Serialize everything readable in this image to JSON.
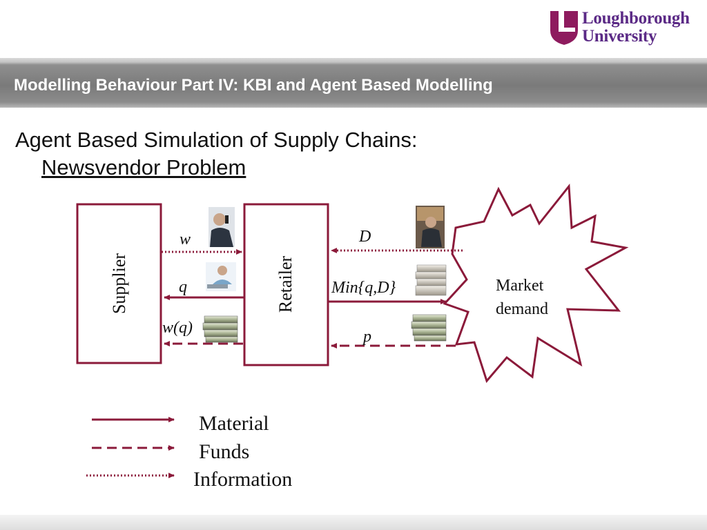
{
  "logo": {
    "line1": "Loughborough",
    "line2": "University",
    "shield_color": "#9b1a5a"
  },
  "header": {
    "title": "Modelling Behaviour Part IV: KBI and Agent Based Modelling"
  },
  "slide": {
    "title": "Agent Based Simulation of Supply Chains:",
    "subtitle": "Newsvendor Problem"
  },
  "diagram": {
    "accent_color": "#8b1a3a",
    "supplier_label": "Supplier",
    "retailer_label": "Retailer",
    "market_label_line1": "Market",
    "market_label_line2": "demand",
    "flow_labels": {
      "w": "w",
      "q": "q",
      "wq": "w(q)",
      "D": "D",
      "minqd": "Min{q,D}",
      "p": "p"
    },
    "pictures": [
      "businessman-phone-photo",
      "woman-laptop-photo",
      "money-stack-photo",
      "shopkeeper-photo",
      "newspaper-stack-photo",
      "money-stack-photo"
    ]
  },
  "legend": {
    "material": "Material",
    "funds": "Funds",
    "information": "Information"
  }
}
